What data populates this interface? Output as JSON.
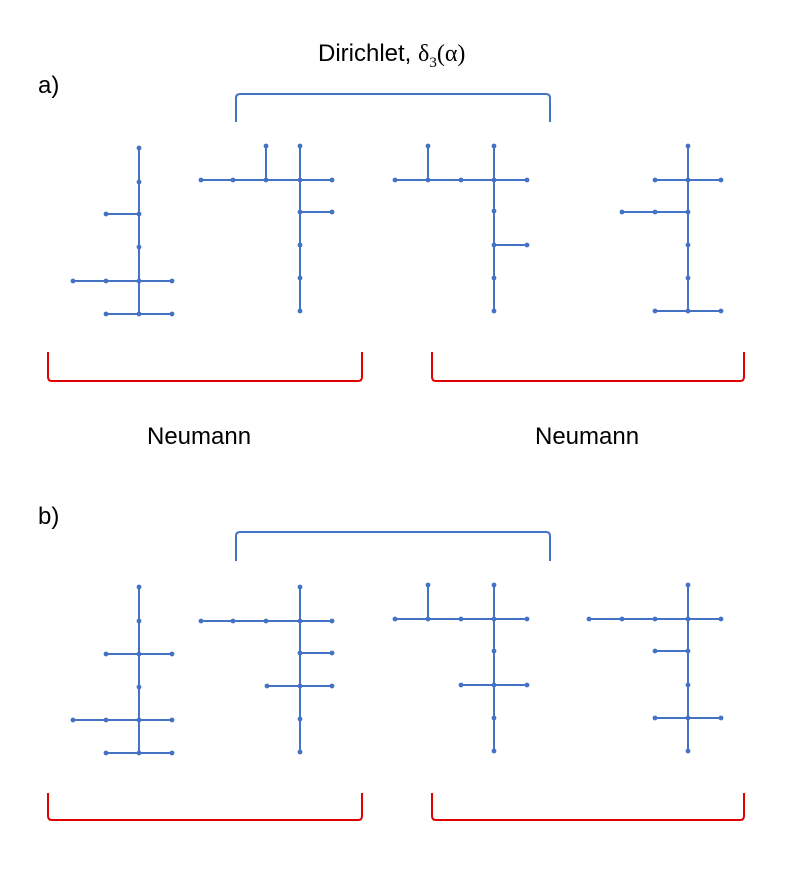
{
  "figure": {
    "panel_a_label": "a)",
    "panel_b_label": "b)",
    "dirichlet_label": "Dirichlet, ",
    "delta_symbol": "δ",
    "delta_subscript": "3",
    "alpha_argument": "(α)",
    "neumann_left_label": "Neumann",
    "neumann_right_label": "Neumann"
  },
  "colors": {
    "graph": "#4472c4",
    "dirichlet_bracket": "#4472c4",
    "neumann_bracket": "#e00000",
    "text": "#000000"
  }
}
